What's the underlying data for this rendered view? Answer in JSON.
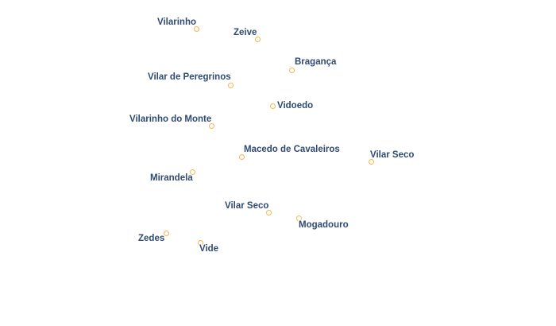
{
  "map": {
    "marker_color": "#f2b84b",
    "label_color": "#2f4a73",
    "places": [
      {
        "name": "Vilarinho"
      },
      {
        "name": "Zeive"
      },
      {
        "name": "Bragança"
      },
      {
        "name": "Vilar de Peregrinos"
      },
      {
        "name": "Vidoedo"
      },
      {
        "name": "Vilarinho do Monte"
      },
      {
        "name": "Macedo de Cavaleiros"
      },
      {
        "name": "Vilar Seco"
      },
      {
        "name": "Mirandela"
      },
      {
        "name": "Vilar Seco"
      },
      {
        "name": "Mogadouro"
      },
      {
        "name": "Zedes"
      },
      {
        "name": "Vide"
      }
    ]
  }
}
